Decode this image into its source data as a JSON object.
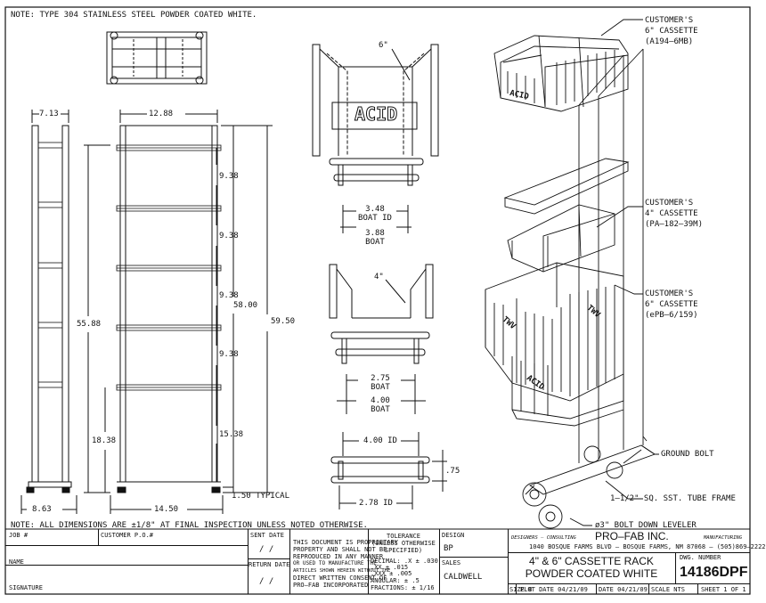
{
  "header_note": "NOTE:  TYPE 304 STAINLESS STEEL POWDER COATED WHITE.",
  "footer_note": "NOTE:  ALL DIMENSIONS ARE ±1/8\" AT FINAL INSPECTION UNLESS NOTED OTHERWISE.",
  "side_view": {
    "width_top": "7.13",
    "width_bottom": "8.63",
    "height": "55.88"
  },
  "front_view": {
    "width_top": "12.88",
    "width_bottom": "14.50",
    "spacings": [
      "9.38",
      "9.38",
      "9.38",
      "9.38"
    ],
    "bottom_spacing": "15.38",
    "shelf_height": "18.38",
    "overall_inner": "58.00",
    "overall_height": "59.50",
    "leveler_height": "1.50 TYPICAL"
  },
  "tray_6": {
    "label": "6\"",
    "acid": "ACID",
    "dim1": "3.48",
    "dim1_label": "BOAT ID",
    "dim2": "3.88",
    "dim2_label": "BOAT"
  },
  "tray_4": {
    "label": "4\"",
    "dim1": "2.75",
    "dim1_label": "BOAT",
    "dim2": "4.00",
    "dim2_label": "BOAT"
  },
  "rail_detail": {
    "top": "4.00 ID",
    "bottom": "2.78 ID",
    "height": ".75"
  },
  "callouts": {
    "c1": [
      "CUSTOMER'S",
      "6\" CASSETTE",
      "(A194–6MB)"
    ],
    "c2": [
      "CUSTOMER'S",
      "4\" CASSETTE",
      "(PA–182–39M)"
    ],
    "c3": [
      "CUSTOMER'S",
      "6\" CASSETTE",
      "(ePB–6/159)"
    ],
    "ground": "GROUND BOLT",
    "frame": "1–1/2\" SQ. SST. TUBE FRAME",
    "leveler": "ø3\" BOLT DOWN LEVELER",
    "iso_labels": [
      "ACID",
      "TWV",
      "TWV",
      "ACID"
    ]
  },
  "title_block": {
    "job": "JOB #",
    "customer_po": "CUSTOMER P.O.#",
    "sent_date": "SENT DATE",
    "sent_val": "/   /",
    "return_date": "RETURN DATE",
    "return_val": "/   /",
    "name": "NAME",
    "signature": "SIGNATURE",
    "proprietary": [
      "THIS DOCUMENT IS PROPRIETARY",
      "PROPERTY AND SHALL NOT BE",
      "REPRODUCED IN ANY MANNER",
      "OR USED TO MANUFACTURE THE",
      "ARTICLES SHOWN HEREIN WITHOUT THE",
      "DIRECT WRITTEN CONSENT OF",
      "PRO–FAB INCORPORATED"
    ],
    "tolerance_title": [
      "TOLERANCE",
      "(UNLESS OTHERWISE",
      "SPECIFIED)"
    ],
    "tolerance_rows": [
      "DECIMAL:  .X    ± .030",
      "               .XX   ± .015",
      "               .XXX ± .005",
      "ANGULAR:        ± .5",
      "FRACTIONS:      ± 1/16"
    ],
    "design": "DESIGN",
    "design_val": "BP",
    "sales": "SALES",
    "sales_val": "CALDWELL",
    "designers": "DESIGNERS – CONSULTING",
    "company": "PRO–FAB INC.",
    "manufacturing": "MANUFACTURING",
    "address": "1040 BOSQUE FARMS BLVD – BOSQUE FARMS, NM 87068 – (505)869–2222",
    "title1": "4\" & 6\" CASSETTE RACK",
    "title2": "POWDER COATED WHITE",
    "dwg_label": "DWG. NUMBER",
    "dwg_number": "14186DPF",
    "size": "SIZE B",
    "plot_date": "PLOT DATE 04/21/09",
    "date": "DATE 04/21/09",
    "scale": "SCALE  NTS",
    "sheet": "SHEET 1  OF  1"
  }
}
